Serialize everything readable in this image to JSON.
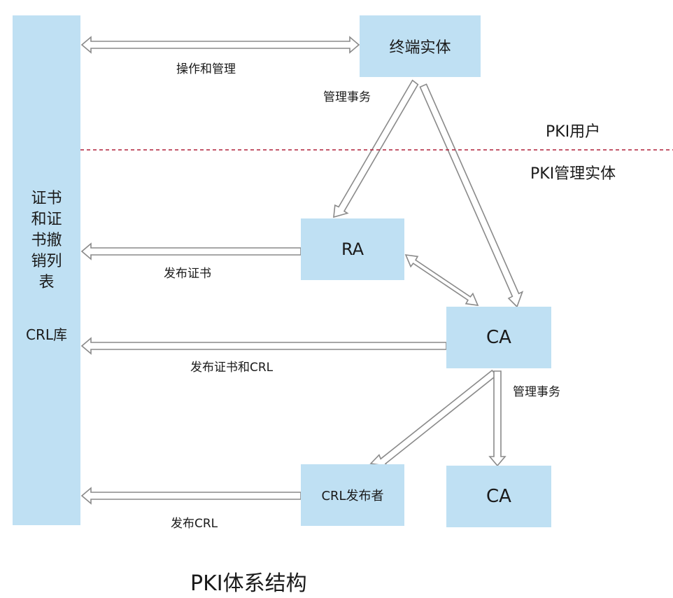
{
  "repository": {
    "title": "证书\n和证\n书撤\n销列\n表",
    "crl_label": "CRL库"
  },
  "nodes": {
    "end_entity": "终端实体",
    "ra": "RA",
    "ca": "CA",
    "ca2": "CA",
    "crl_issuer": "CRL发布者"
  },
  "edges": {
    "operate_manage": "操作和管理",
    "manage_transactions_top": "管理事务",
    "publish_cert": "发布证书",
    "publish_cert_crl": "发布证书和CRL",
    "manage_transactions_bottom": "管理事务",
    "publish_crl": "发布CRL"
  },
  "zones": {
    "users": "PKI用户",
    "management": "PKI管理实体"
  },
  "caption": "PKI体系结构",
  "colors": {
    "box_fill": "#bfe0f3",
    "divider": "#b0203a",
    "arrow_stroke": "#8a8a8a"
  }
}
